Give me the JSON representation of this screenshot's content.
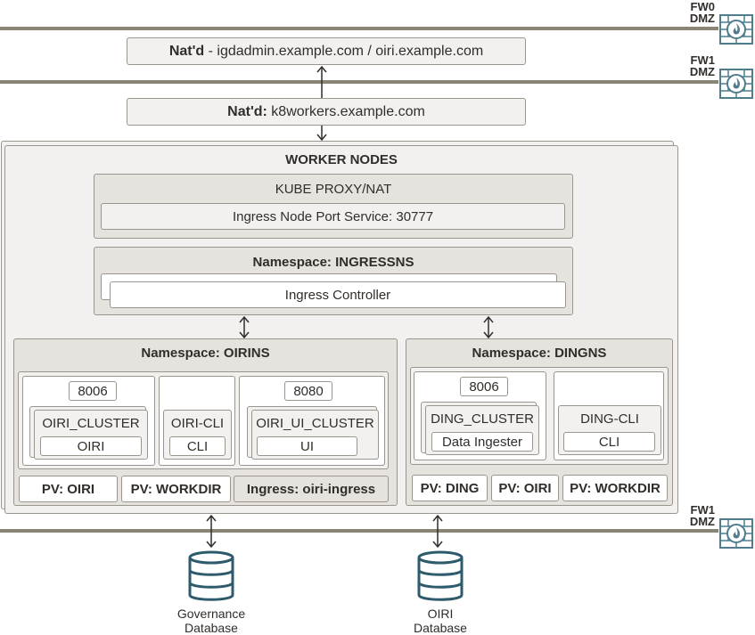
{
  "firewalls": [
    {
      "name": "FW0",
      "zone": "DMZ"
    },
    {
      "name": "FW1",
      "zone": "DMZ"
    },
    {
      "name": "FW1",
      "zone": "DMZ"
    }
  ],
  "nat_top": {
    "prefix": "Nat'd",
    "text": " - igdadmin.example.com / oiri.example.com"
  },
  "nat_workers": {
    "prefix": "Nat'd:",
    "text": " k8workers.example.com"
  },
  "worker_nodes": {
    "title": "WORKER NODES",
    "kube_proxy": {
      "title": "KUBE PROXY/NAT",
      "service": "Ingress Node Port Service: 30777"
    },
    "ingress_ns": {
      "title": "Namespace: INGRESSNS",
      "controller": "Ingress Controller"
    },
    "oirins": {
      "title": "Namespace: OIRINS",
      "port1": "8006",
      "cluster1": {
        "name": "OIRI_CLUSTER",
        "sub": "OIRI"
      },
      "cli": {
        "name": "OIRI-CLI",
        "sub": "CLI"
      },
      "port2": "8080",
      "cluster2": {
        "name": "OIRI_UI_CLUSTER",
        "sub": "UI"
      },
      "pvs": [
        "PV: OIRI",
        "PV: WORKDIR"
      ],
      "ingress": "Ingress: oiri-ingress"
    },
    "dingns": {
      "title": "Namespace: DINGNS",
      "port": "8006",
      "cluster": {
        "name": "DING_CLUSTER",
        "sub": "Data Ingester"
      },
      "cli": {
        "name": "DING-CLI",
        "sub": "CLI"
      },
      "pvs": [
        "PV: DING",
        "PV: OIRI",
        "PV: WORKDIR"
      ]
    }
  },
  "databases": [
    {
      "line1": "Governance",
      "line2": "Database"
    },
    {
      "line1": "OIRI",
      "line2": "Database"
    }
  ],
  "colors": {
    "line": "#8a8474",
    "firewall": "#4f7d8e",
    "database": "#2e5b6b"
  }
}
